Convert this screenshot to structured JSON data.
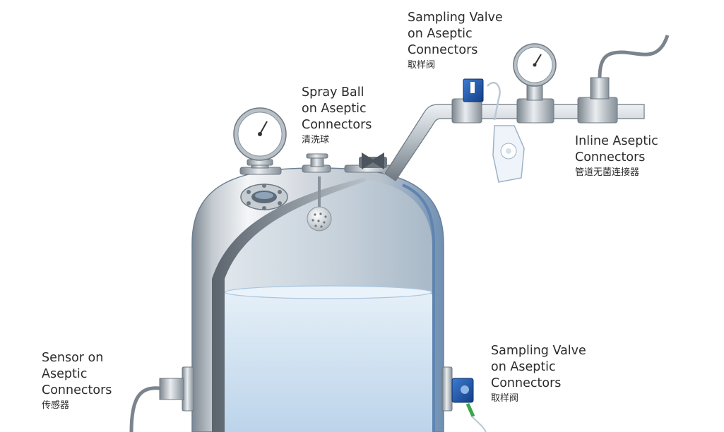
{
  "labels": {
    "sampling_valve_top": {
      "lines": [
        "Sampling Valve",
        "on Aseptic",
        "Connectors"
      ],
      "cn": "取样阀"
    },
    "spray_ball": {
      "lines": [
        "Spray Ball",
        "on Aseptic",
        "Connectors"
      ],
      "cn": "清洗球"
    },
    "inline": {
      "lines": [
        "Inline Aseptic",
        "Connectors"
      ],
      "cn": "管道无菌连接器"
    },
    "sensor": {
      "lines": [
        "Sensor on",
        "Aseptic",
        "Connectors"
      ],
      "cn": "传感器"
    },
    "sampling_valve_side": {
      "lines": [
        "Sampling Valve",
        "on Aseptic",
        "Connectors"
      ],
      "cn": "取样阀"
    }
  },
  "colors": {
    "steel_dark": "#8a939c",
    "steel_light": "#eef1f4",
    "liquid": "#cfe2f2",
    "tank_edge": "#5f84b0",
    "valve_blue": "#1f55a8",
    "text": "#2b2b2b"
  },
  "icons": {
    "pressure_gauge": "gauge-icon",
    "spray_ball": "spray-ball-icon",
    "sample_bag": "sample-bag-icon"
  }
}
